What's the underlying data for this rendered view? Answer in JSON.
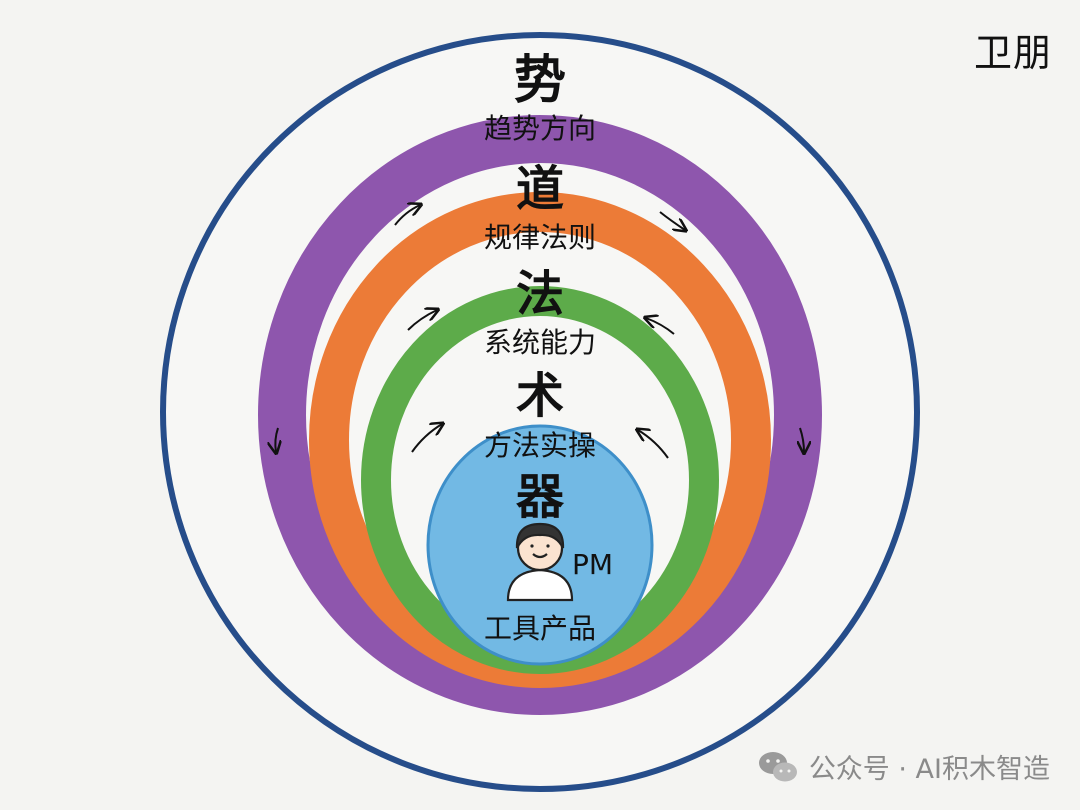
{
  "author": "卫朋",
  "layers": [
    {
      "title": "势",
      "subtitle": "趋势方向",
      "color": "#264d8a"
    },
    {
      "title": "道",
      "subtitle": "规律法则",
      "color": "#8e56ad"
    },
    {
      "title": "法",
      "subtitle": "系统能力",
      "color": "#ec7b37"
    },
    {
      "title": "术",
      "subtitle": "方法实操",
      "color": "#5dab4a"
    },
    {
      "title": "器",
      "subtitle": "工具产品",
      "color": "#72b9e4"
    }
  ],
  "center": {
    "person_icon": "person-icon",
    "role": "PM"
  },
  "watermark": {
    "icon": "wechat-icon",
    "text": "公众号 · AI积木智造"
  }
}
